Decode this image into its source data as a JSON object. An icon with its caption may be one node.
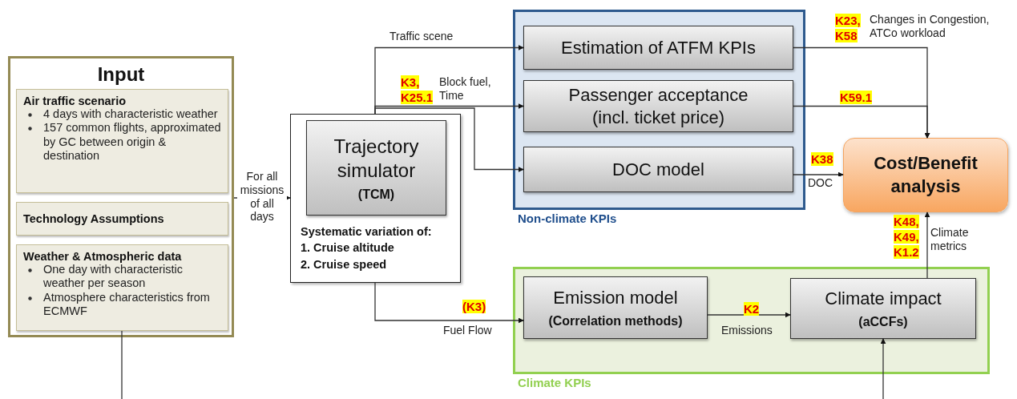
{
  "diagram": {
    "nodes": [
      {
        "text": [
          "Input"
        ]
      },
      {
        "text": [
          "Air traffic scenario",
          "4 days with characteristic weather",
          "157 common flights, approximated by GC between origin & destination"
        ],
        "in": 0
      },
      {
        "text": [
          "Technology Assumptions"
        ],
        "in": 0
      },
      {
        "text": [
          "Weather & Atmospheric data",
          "One day with characteristic weather per season",
          "Atmosphere characteristics from ECMWF"
        ],
        "in": 0
      },
      {
        "text": [
          "Systematic variation of:",
          "1. Cruise altitude",
          "2. Cruise speed"
        ]
      },
      {
        "text": [
          "Trajectory simulator",
          "(TCM)"
        ],
        "in": 4
      },
      {
        "text": [
          "Non-climate KPIs"
        ]
      },
      {
        "text": [
          "Estimation of ATFM KPIs"
        ],
        "in": 6
      },
      {
        "text": [
          "Passenger acceptance (incl. ticket price)"
        ],
        "in": 6
      },
      {
        "text": [
          "DOC model"
        ],
        "in": 6
      },
      {
        "text": [
          "Cost/Benefit analysis"
        ]
      },
      {
        "text": [
          "Climate KPIs"
        ]
      },
      {
        "text": [
          "Emission model",
          "(Correlation methods)"
        ],
        "in": 11
      },
      {
        "text": [
          "Climate impact",
          "(aCCFs)"
        ],
        "in": 11
      }
    ],
    "edges": [
      {
        "from": 0,
        "to": 4,
        "arrow": "to",
        "label": "For all missions of all days"
      },
      {
        "from": 4,
        "to": 7,
        "arrow": "to",
        "label": "Traffic scene"
      },
      {
        "from": 4,
        "to": 8,
        "arrow": "to",
        "label": "Block fuel, Time"
      },
      {
        "from": 4,
        "to": 9,
        "arrow": "to"
      },
      {
        "from": 4,
        "to": 12,
        "arrow": "to",
        "label": "Fuel Flow"
      },
      {
        "from": 7,
        "to": 10,
        "arrow": "to",
        "label": "Changes in Congestion, ATCo workload"
      },
      {
        "from": 8,
        "to": 10,
        "arrow": "to"
      },
      {
        "from": 9,
        "to": 10,
        "arrow": "to",
        "label": "DOC"
      },
      {
        "from": 12,
        "to": 13,
        "arrow": "to",
        "label": "Emissions"
      },
      {
        "from": 13,
        "to": 10,
        "arrow": "to",
        "label": "Climate metrics"
      },
      {
        "from": 3,
        "to": null,
        "arrow": "none"
      },
      {
        "from": null,
        "to": 13,
        "arrow": "to"
      }
    ],
    "labels": [
      "K23,",
      "K58",
      "K3,",
      "K25.1",
      "K59.1",
      "K38",
      "K48,",
      "K49,",
      "K1.2",
      "(K3)",
      "K2"
    ]
  }
}
